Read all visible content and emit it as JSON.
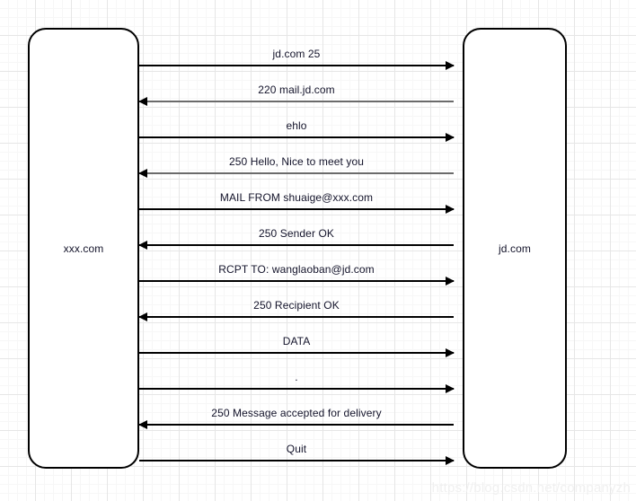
{
  "diagram": {
    "type": "sequence-diagram",
    "background": "graph-paper-grid",
    "grid_minor_color": "#f7f7f7",
    "grid_major_color": "#e6e6e6",
    "text_color": "#14142b",
    "line_color": "#000000",
    "line_color_alt": "#6b6b6b"
  },
  "participants": [
    {
      "id": "client",
      "label": "xxx.com",
      "side": "left"
    },
    {
      "id": "server",
      "label": "jd.com",
      "side": "right"
    }
  ],
  "messages": [
    {
      "index": 1,
      "label": "jd.com 25",
      "direction": "right",
      "tone": "dark"
    },
    {
      "index": 2,
      "label": "220 mail.jd.com",
      "direction": "left",
      "tone": "gray"
    },
    {
      "index": 3,
      "label": "ehlo",
      "direction": "right",
      "tone": "dark"
    },
    {
      "index": 4,
      "label": "250 Hello, Nice to meet you",
      "direction": "left",
      "tone": "gray"
    },
    {
      "index": 5,
      "label": "MAIL FROM shuaige@xxx.com",
      "direction": "right",
      "tone": "dark"
    },
    {
      "index": 6,
      "label": "250 Sender OK",
      "direction": "left",
      "tone": "dark"
    },
    {
      "index": 7,
      "label": "RCPT TO: wanglaoban@jd.com",
      "direction": "right",
      "tone": "dark"
    },
    {
      "index": 8,
      "label": "250 Recipient OK",
      "direction": "left",
      "tone": "dark"
    },
    {
      "index": 9,
      "label": "DATA",
      "direction": "right",
      "tone": "dark"
    },
    {
      "index": 10,
      "label": ".",
      "direction": "right",
      "tone": "dark"
    },
    {
      "index": 11,
      "label": "250 Message accepted for delivery",
      "direction": "left",
      "tone": "dark"
    },
    {
      "index": 12,
      "label": "Quit",
      "direction": "right",
      "tone": "dark"
    }
  ],
  "watermark": {
    "text": "https://blog.csdn.net/companyzh"
  }
}
